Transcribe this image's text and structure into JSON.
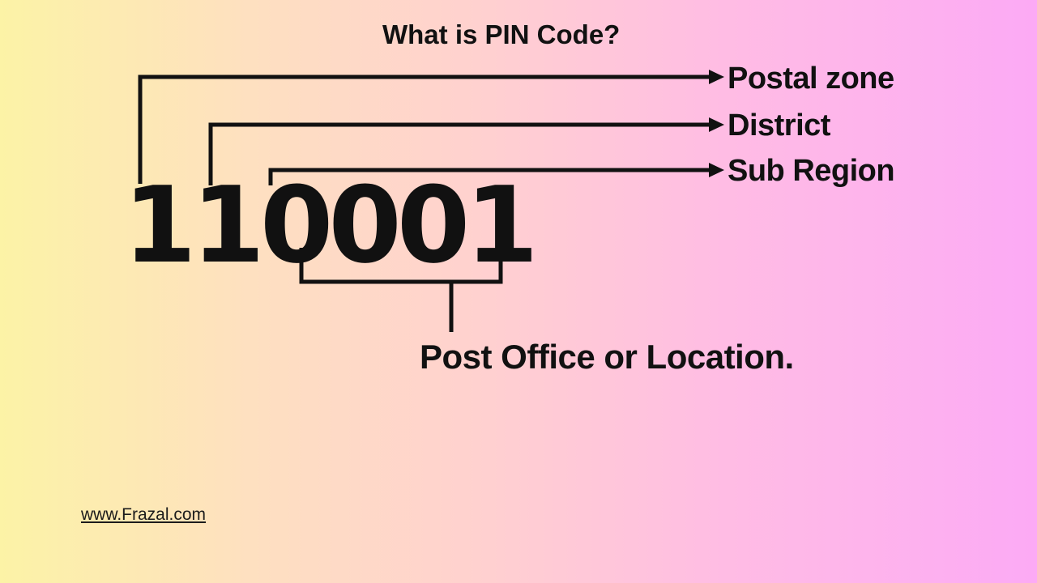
{
  "title": "What is PIN Code?",
  "pin": {
    "code": "110001"
  },
  "callouts": [
    {
      "label": "Postal zone",
      "maps_to": "digit-1"
    },
    {
      "label": "District",
      "maps_to": "digit-2"
    },
    {
      "label": "Sub Region",
      "maps_to": "digit-3"
    },
    {
      "label": "Post Office or Location.",
      "maps_to": "digits-4-6"
    }
  ],
  "footer": {
    "website": "www.Frazal.com"
  },
  "colors": {
    "ink": "#111111",
    "background_gradient": [
      "#fcf3a6",
      "#fee0c0",
      "#ffd1cf",
      "#ffbce4",
      "#fcaaf5"
    ]
  }
}
